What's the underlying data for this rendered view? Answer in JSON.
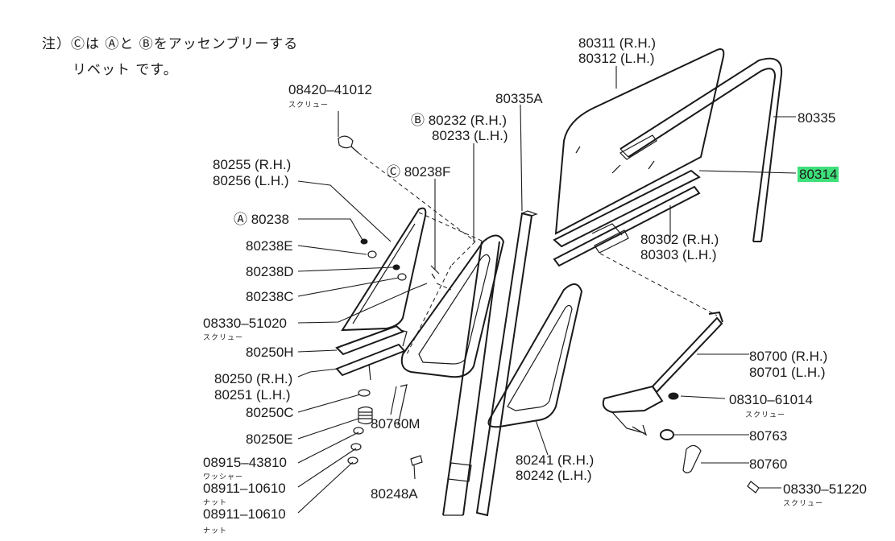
{
  "note": {
    "line1": "注）Ⓒは Ⓐと Ⓑをアッセンブリーする",
    "line2": "リベット です。"
  },
  "labels": {
    "p08420": "08420–41012",
    "p08420_sub": "スクリュー",
    "p80255": "80255 (R.H.)",
    "p80256": "80256 (L.H.)",
    "p80238": "Ⓐ 80238",
    "p80238E": "80238E",
    "p80238D": "80238D",
    "p80238C": "80238C",
    "p08330a": "08330–51020",
    "p08330a_sub": "スクリュー",
    "p80250H": "80250H",
    "p80250": "80250 (R.H.)",
    "p80251": "80251 (L.H.)",
    "p80250C": "80250C",
    "p80250E": "80250E",
    "p08915": "08915–43810",
    "p08915_sub": "ワッシャー",
    "p08911a": "08911–10610",
    "p08911a_sub": "ナット",
    "p08911b": "08911–10610",
    "p08911b_sub": "ナット",
    "p80760M": "80760M",
    "p80238F": "Ⓒ 80238F",
    "p80232": "Ⓑ 80232 (R.H.)",
    "p80233": "80233 (L.H.)",
    "p80335A": "80335A",
    "p80248A": "80248A",
    "p80311": "80311 (R.H.)",
    "p80312": "80312 (L.H.)",
    "p80335": "80335",
    "p80314": "80314",
    "p80302": "80302 (R.H.)",
    "p80303": "80303 (L.H.)",
    "p80700": "80700 (R.H.)",
    "p80701": "80701 (L.H.)",
    "p08310": "08310–61014",
    "p08310_sub": "スクリュー",
    "p80763": "80763",
    "p80760": "80760",
    "p08330b": "08330–51220",
    "p08330b_sub": "スクリュー",
    "p80241": "80241 (R.H.)",
    "p80242": "80242 (L.H.)"
  },
  "colors": {
    "line": "#1a1a1a",
    "highlight": "#3ee07a"
  }
}
